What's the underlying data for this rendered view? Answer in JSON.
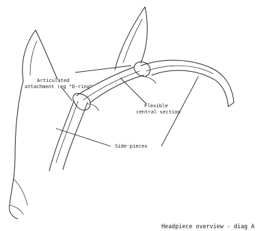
{
  "labels": {
    "articulated_line1": "Articulated",
    "articulated_line2": "attachment (eg \"D-ring\"",
    "flexible_line1": "Flexible",
    "flexible_line2": "central section",
    "side_pieces": "Side-pieces"
  },
  "caption": "Headpiece overview - diag A",
  "colors": {
    "ink": "#222222",
    "paper": "#ffffff"
  }
}
